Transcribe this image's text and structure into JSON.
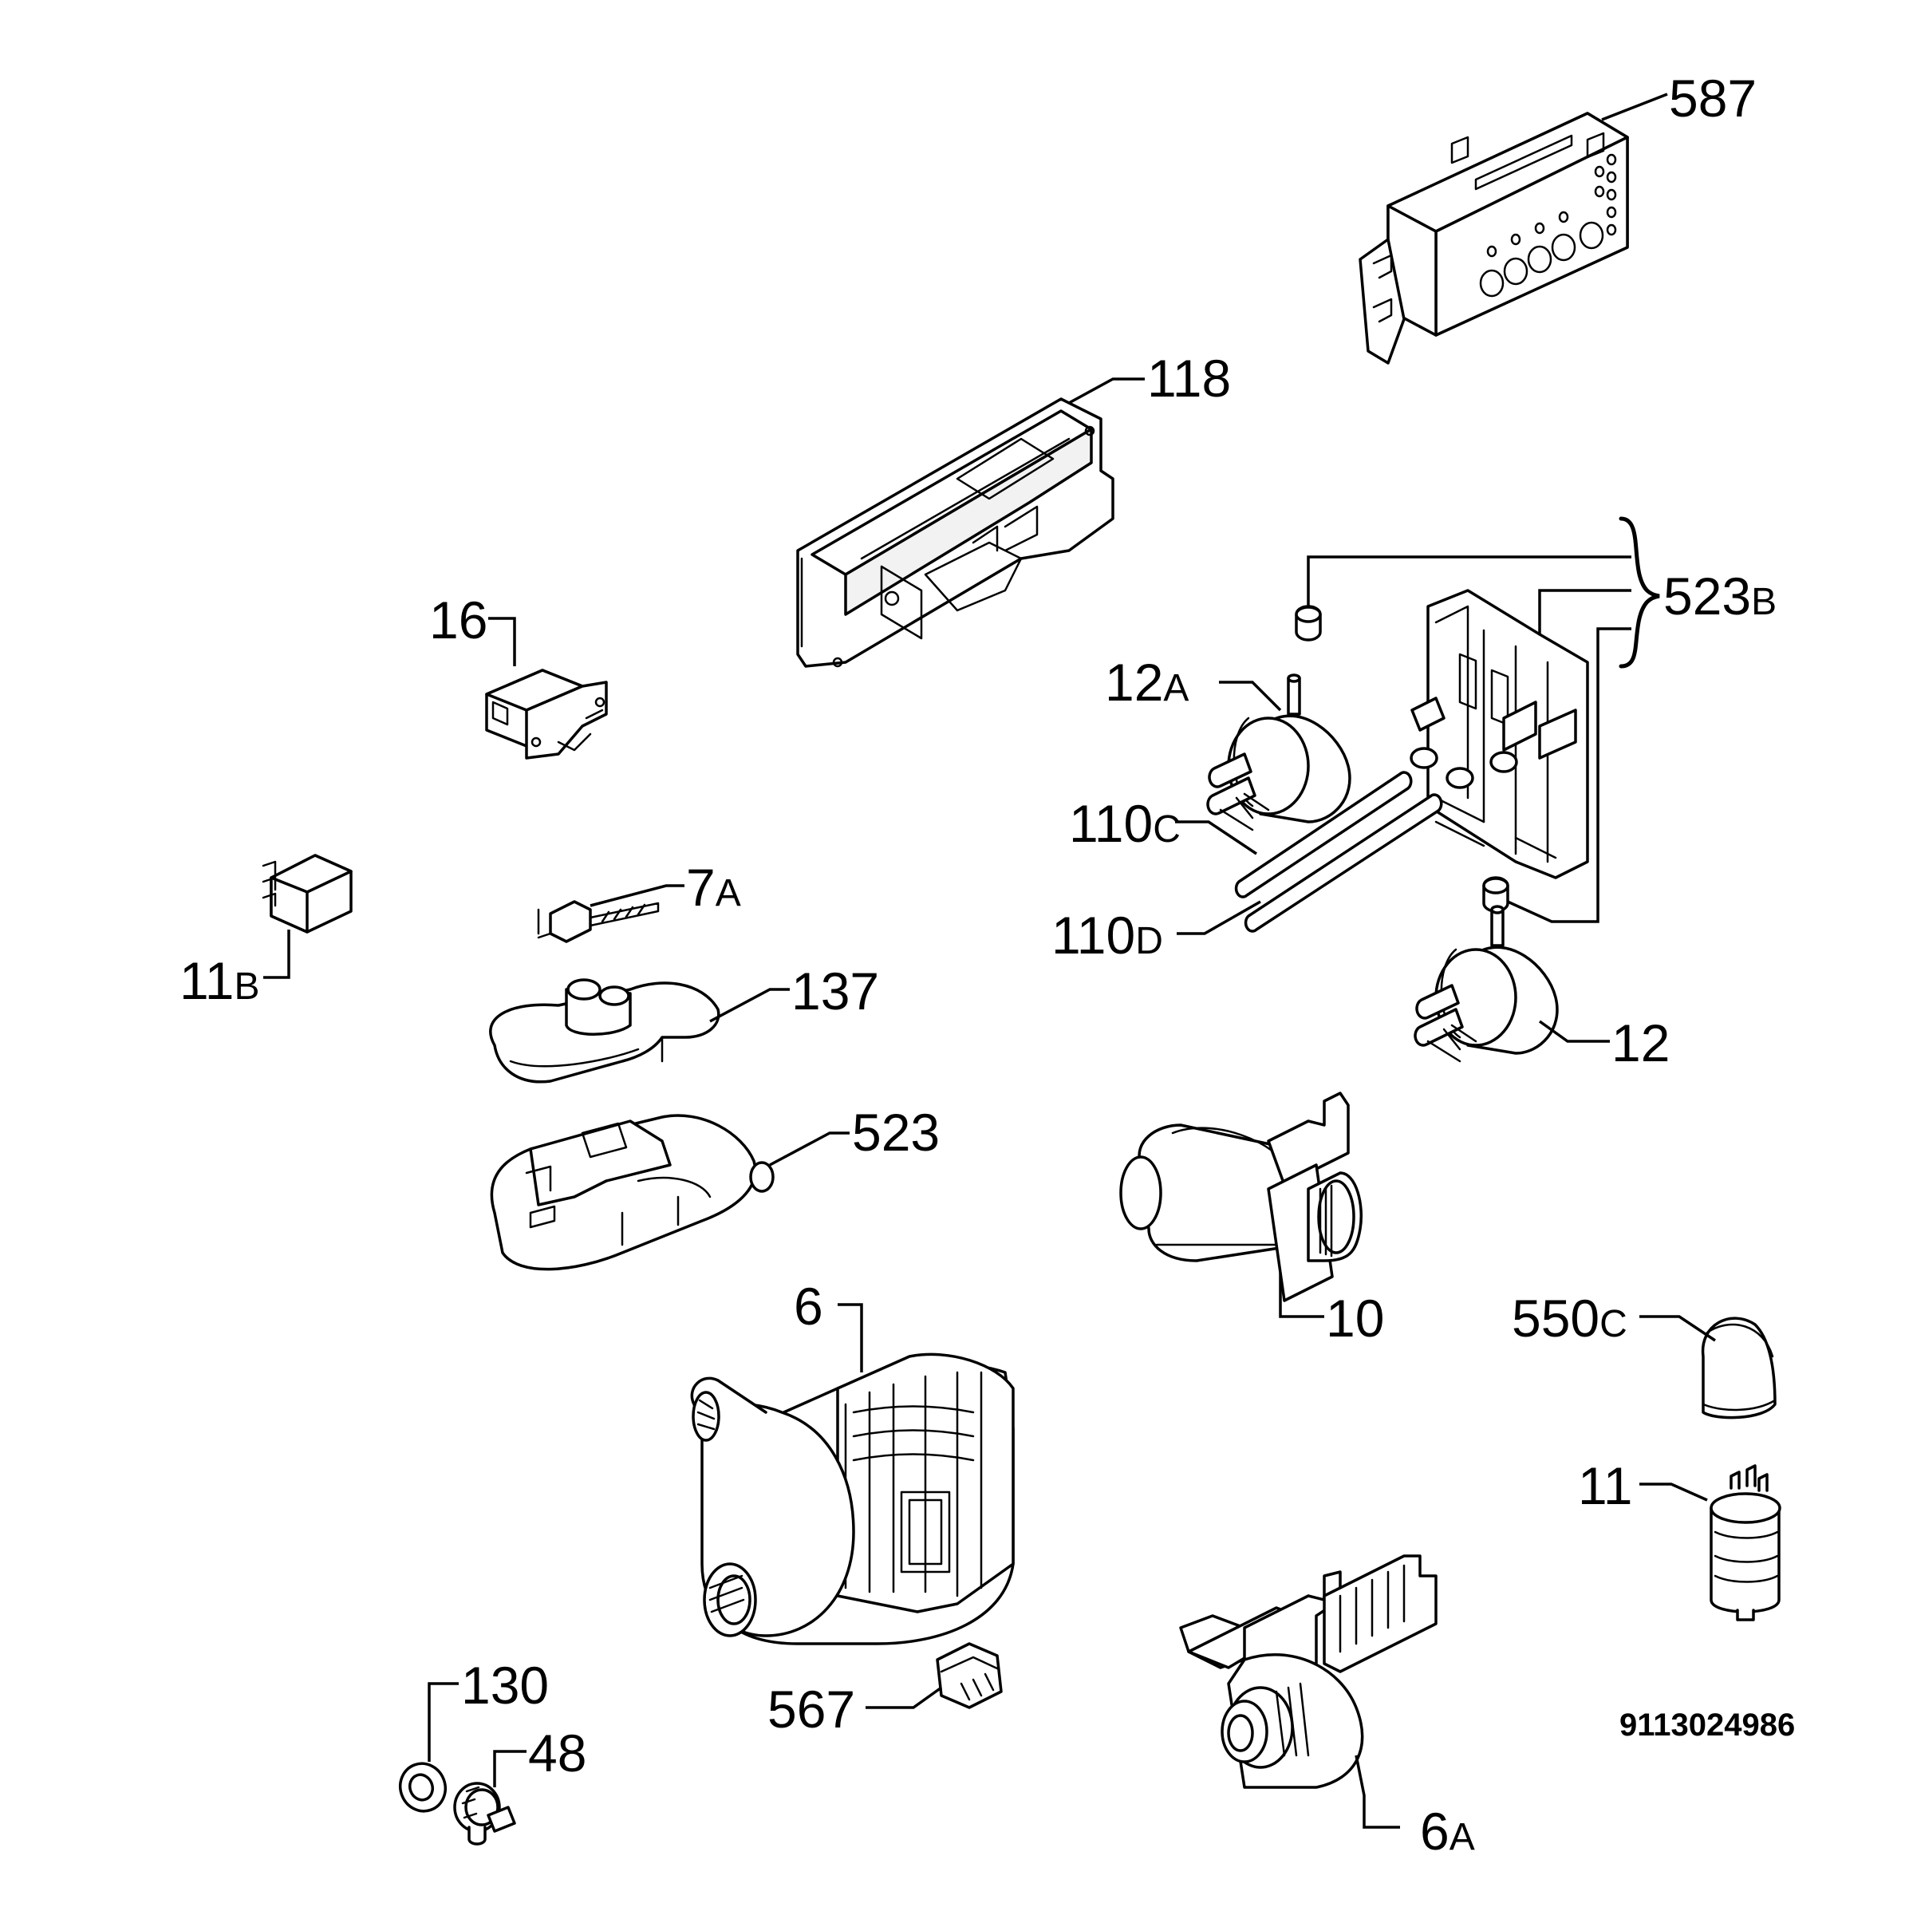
{
  "drawing_number": "9113024986",
  "labels": {
    "p587": "587",
    "p118": "118",
    "p16": "16",
    "p523b": {
      "num": "523",
      "suffix": "B"
    },
    "p12a": {
      "num": "12",
      "suffix": "A"
    },
    "p110c": {
      "num": "110",
      "suffix": "C"
    },
    "p110d": {
      "num": "110",
      "suffix": "D"
    },
    "p11b": {
      "num": "11",
      "suffix": "B"
    },
    "p7a": {
      "num": "7",
      "suffix": "A"
    },
    "p137": "137",
    "p12": "12",
    "p523": "523",
    "p10": "10",
    "p6": "6",
    "p550c": {
      "num": "550",
      "suffix": "C"
    },
    "p11": "11",
    "p130": "130",
    "p48": "48",
    "p567": "567",
    "p6a": {
      "num": "6",
      "suffix": "A"
    }
  }
}
